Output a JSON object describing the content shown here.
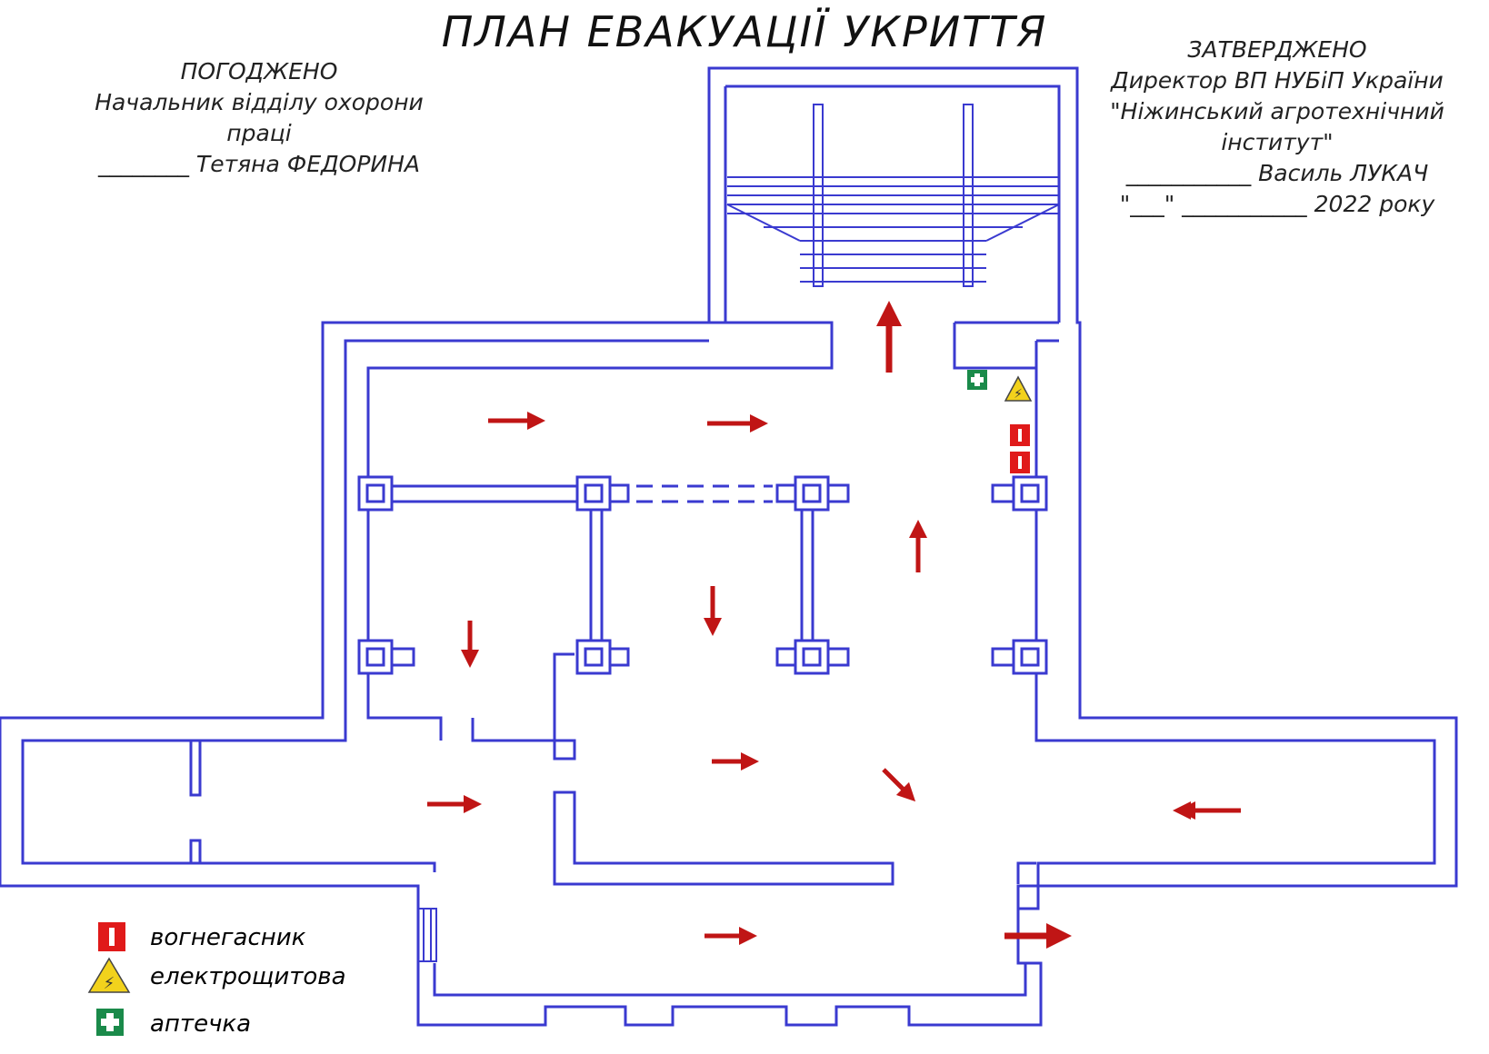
{
  "title": "ПЛАН ЕВАКУАЦІЇ УКРИТТЯ",
  "approved_left": {
    "heading": "ПОГОДЖЕНО",
    "position": "Начальник відділу охорони праці",
    "signature_line": "________ Тетяна ФЕДОРИНА"
  },
  "approved_right": {
    "heading": "ЗАТВЕРДЖЕНО",
    "position": "Директор ВП НУБіП України",
    "institution": "\"Ніжинський агротехнічний інститут\"",
    "signature_line": "___________ Василь ЛУКАЧ",
    "date_line": "\"___\" ___________ 2022 року"
  },
  "legend": [
    {
      "icon": "fire-extinguisher-icon",
      "label": "вогнегасник",
      "color": "#e01a1a"
    },
    {
      "icon": "electrical-panel-icon",
      "label": "електрощитова",
      "color": "#f2d21c"
    },
    {
      "icon": "first-aid-icon",
      "label": "аптечка",
      "color": "#1a8a4a"
    }
  ],
  "colors": {
    "wall": "#3a3ad0",
    "arrow": "#c01515",
    "extinguisher": "#e01a1a",
    "electrical": "#f2d21c",
    "first_aid": "#1a8a4a"
  }
}
